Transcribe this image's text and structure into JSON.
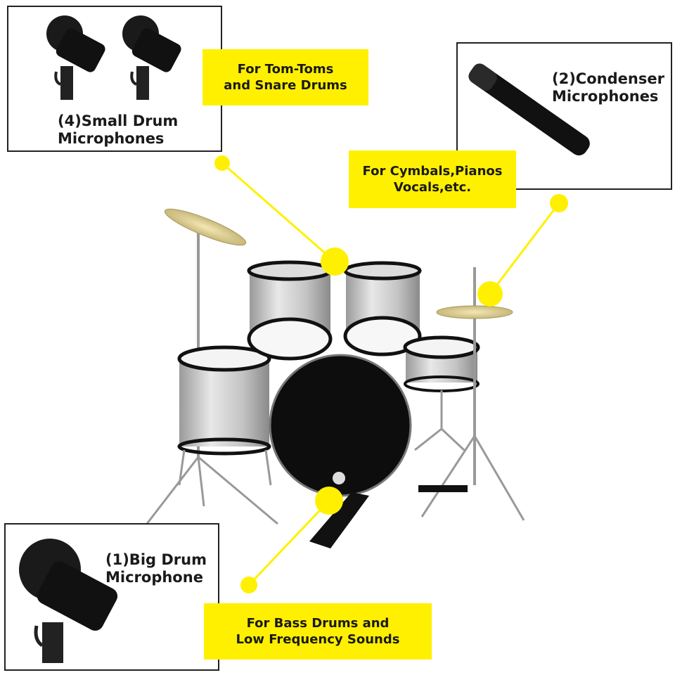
{
  "callouts": {
    "small_drums": {
      "box_label": "(4)Small Drum\nMicrophones",
      "tag": "For Tom-Toms\nand Snare Drums"
    },
    "condenser": {
      "box_label": "(2)Condenser\nMicrophones",
      "tag": "For Cymbals,Pianos\nVocals,etc."
    },
    "big_drum": {
      "box_label": "(1)Big Drum\nMicrophone",
      "tag": "For Bass Drums and\nLow Frequency Sounds"
    }
  },
  "colors": {
    "highlight": "#fff000",
    "drum_shell": "#c8c8c8",
    "hardware": "#111111",
    "cymbal": "#d9c98e"
  }
}
